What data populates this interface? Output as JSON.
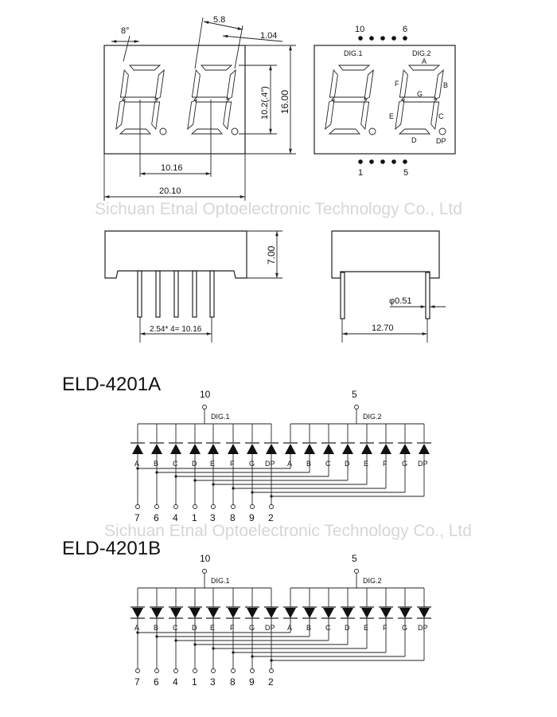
{
  "watermark": "Sichuan Etnal Optoelectronic Technology Co., Ltd",
  "top_view": {
    "angle": "8°",
    "seg_width": "5.8",
    "seg_thickness": "1.04",
    "digit_height": "10.2(.4\")",
    "height": "16.00",
    "digit_pitch": "10.16",
    "width": "20.10"
  },
  "pin_view": {
    "pin_top_left": "10",
    "pin_top_right": "6",
    "pin_bottom_left": "1",
    "pin_bottom_right": "5",
    "dig1": "DIG.1",
    "dig2": "DIG.2",
    "segments": {
      "a": "A",
      "b": "B",
      "c": "C",
      "d": "D",
      "e": "E",
      "f": "F",
      "g": "G",
      "dp": "DP"
    }
  },
  "side_view": {
    "height": "7.00",
    "pin_pitch": "2.54* 4= 10.16"
  },
  "end_view": {
    "pin_diameter": "φ0.51",
    "row_spacing": "12.70"
  },
  "schematics": [
    {
      "title": "ELD-4201A",
      "common1": "10",
      "common2": "5",
      "dig1": "DIG.1",
      "dig2": "DIG.2",
      "type": "common-anode",
      "segments": [
        "A",
        "B",
        "C",
        "D",
        "E",
        "F",
        "G",
        "DP"
      ],
      "pins": [
        "7",
        "6",
        "4",
        "1",
        "3",
        "8",
        "9",
        "2"
      ]
    },
    {
      "title": "ELD-4201B",
      "common1": "10",
      "common2": "5",
      "dig1": "DIG.1",
      "dig2": "DIG.2",
      "type": "common-cathode",
      "segments": [
        "A",
        "B",
        "C",
        "D",
        "E",
        "F",
        "G",
        "DP"
      ],
      "pins": [
        "7",
        "6",
        "4",
        "1",
        "3",
        "8",
        "9",
        "2"
      ]
    }
  ]
}
